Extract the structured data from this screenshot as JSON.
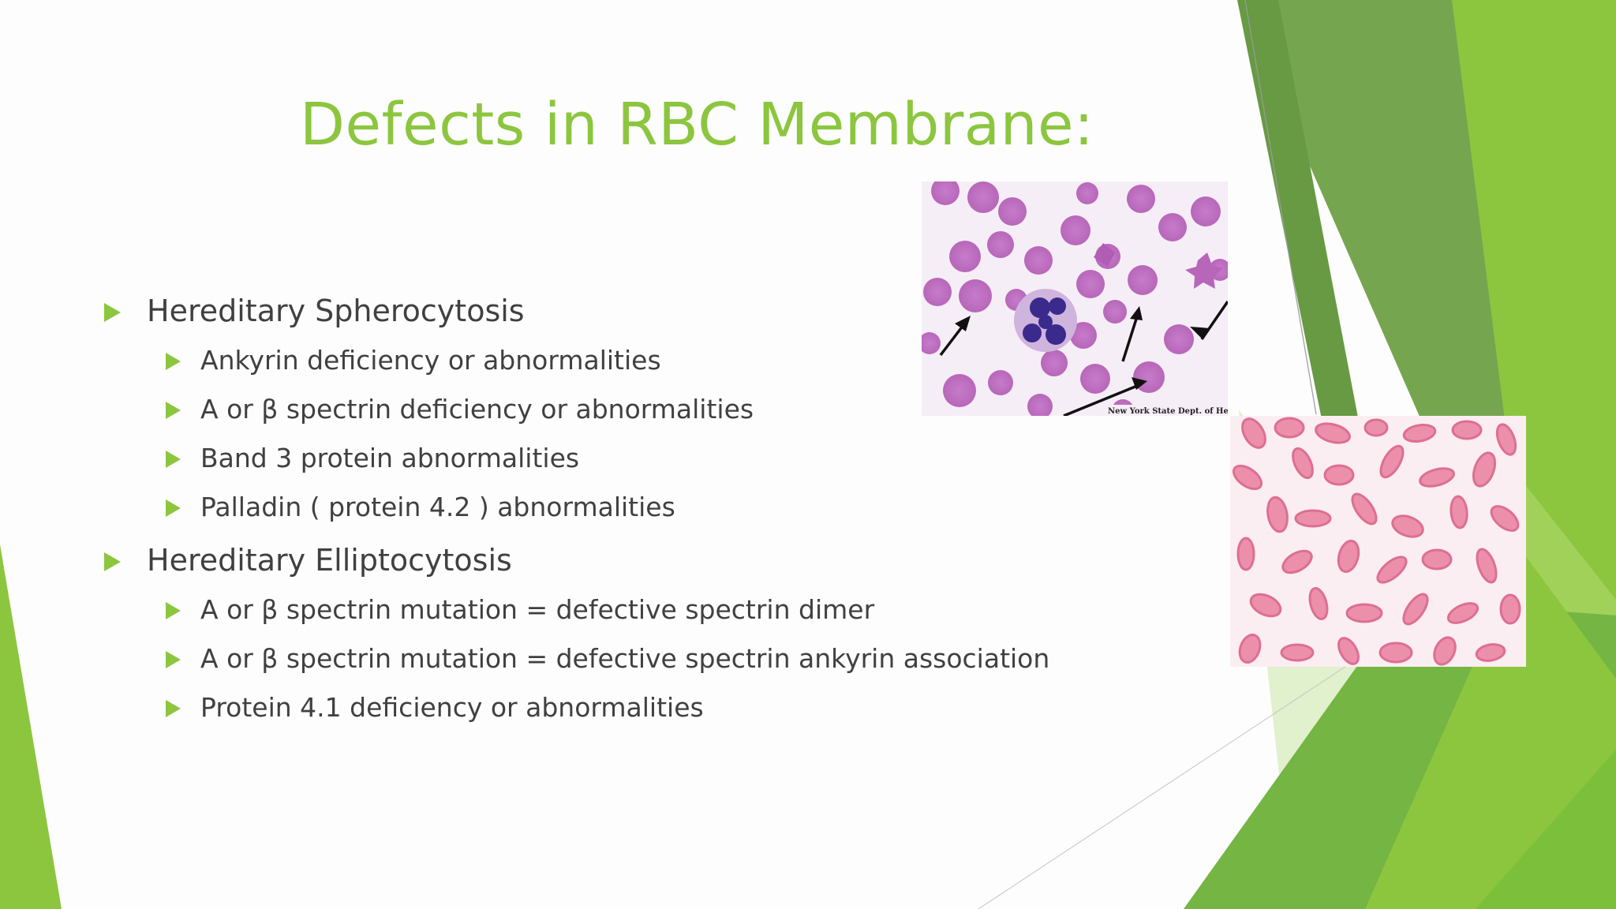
{
  "slide": {
    "title": "Defects in RBC Membrane:",
    "accent_color": "#8cc63f",
    "text_color": "#404040",
    "bullet_icon": "green-triangle-bullet-icon"
  },
  "sections": [
    {
      "heading": "Hereditary Spherocytosis",
      "items": [
        "Ankyrin deficiency or abnormalities",
        "Α or β spectrin deficiency or abnormalities",
        "Band 3 protein abnormalities",
        "Palladin ( protein 4.2 ) abnormalities"
      ]
    },
    {
      "heading": "Hereditary Elliptocytosis",
      "items": [
        "Α or β spectrin mutation = defective spectrin dimer",
        "Α or β spectrin mutation = defective spectrin ankyrin association",
        "Protein 4.1 deficiency or abnormalities"
      ]
    }
  ],
  "images": {
    "spherocytosis_smear": {
      "caption": "New York State Dept. of Heal"
    },
    "elliptocytosis_smear": {}
  }
}
